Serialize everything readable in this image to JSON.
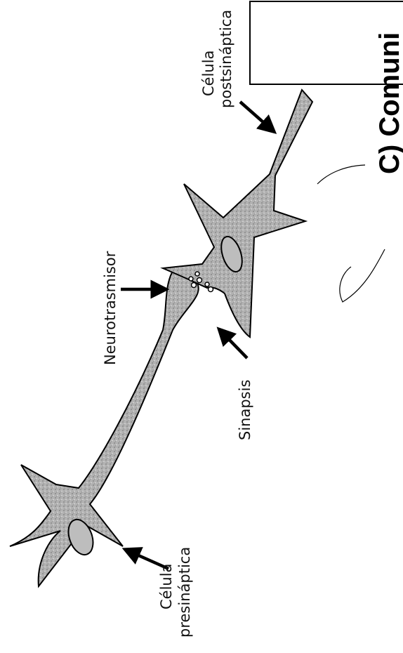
{
  "labels": {
    "post_cell_line1": "Célula",
    "post_cell_line2": "postsináptica",
    "neurotransmitter": "Neurotrasmisor",
    "synapse": "Sinapsis",
    "pre_cell_line1": "Célula",
    "pre_cell_line2": "presináptica"
  },
  "title": "C) Comuni",
  "colors": {
    "cell_fill": "#a9a9a9",
    "outline": "#000000",
    "background": "#ffffff"
  }
}
